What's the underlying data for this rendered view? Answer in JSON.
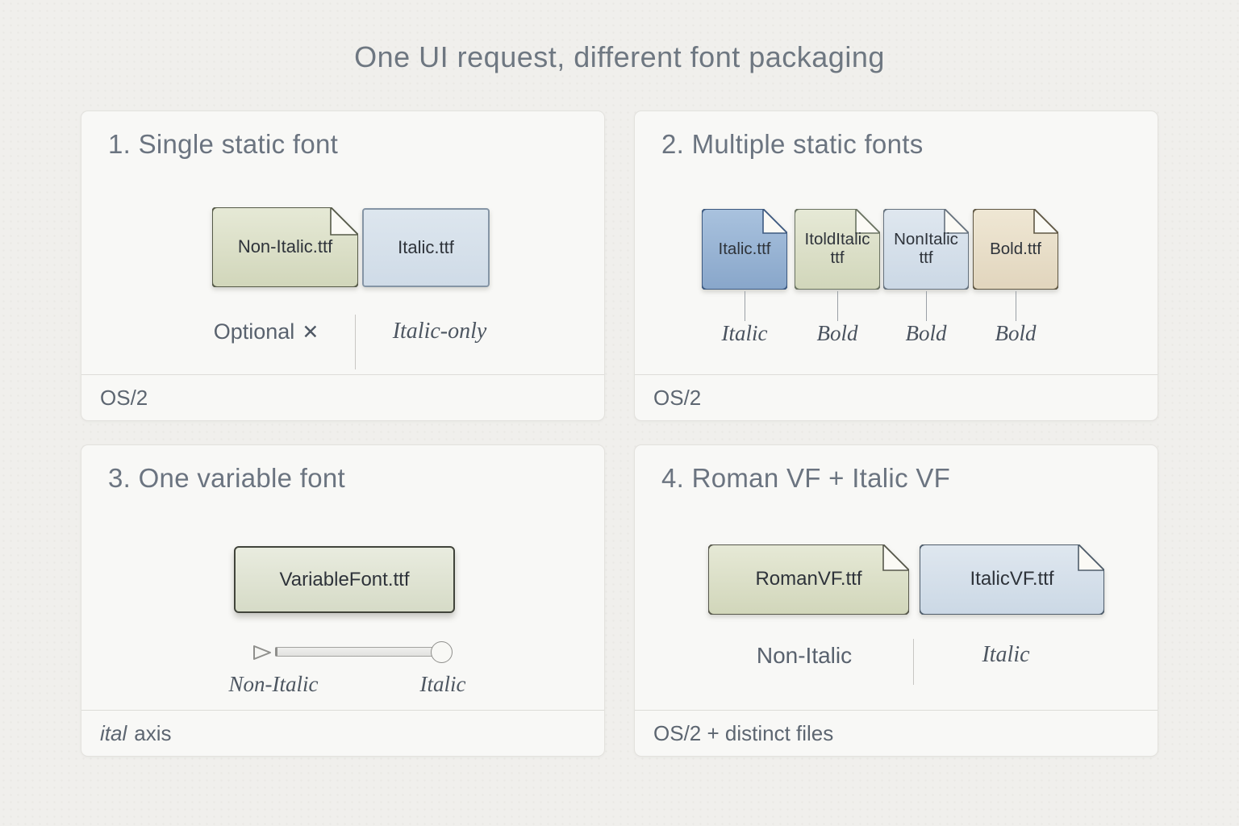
{
  "title": "One UI request, different font packaging",
  "colors": {
    "page_background": "#f0efec",
    "panel_background": "#f8f8f6",
    "panel_border": "#e3e2de",
    "heading_text": "#6b7480",
    "annotation_text": "#59626e",
    "file_green": "#d9ddc6",
    "file_green_border": "#565a48",
    "file_light_blue": "#d6e0ea",
    "file_light_blue_border": "#8595a5",
    "file_blue": "#9bb5d7",
    "file_blue_border": "#3e5a80",
    "file_tan": "#e9dfcb",
    "file_tan_border": "#5f5744",
    "variable_file": "#e0e4d3",
    "variable_file_border": "#41443b"
  },
  "panel1": {
    "heading": "1. Single static font",
    "files": [
      {
        "name": "Non-Italic.ttf"
      },
      {
        "name": "Italic.ttf"
      }
    ],
    "left_label": "Optional",
    "x_icon": "✕",
    "right_label": "Italic-only",
    "footer": "OS/2"
  },
  "panel2": {
    "heading": "2. Multiple static fonts",
    "files": [
      {
        "name": "Italic.ttf",
        "tag": "Italic"
      },
      {
        "name": "ItoldItalic ttf",
        "tag": "Bold"
      },
      {
        "name": "NonItalic ttf",
        "tag": "Bold"
      },
      {
        "name": "Bold.ttf",
        "tag": "Bold"
      }
    ],
    "footer": "OS/2"
  },
  "panel3": {
    "heading": "3. One variable font",
    "file": {
      "name": "VariableFont.ttf"
    },
    "slider": {
      "left_label": "Non-Italic",
      "right_label": "Italic"
    },
    "footer_em": "ital",
    "footer_rest": "axis"
  },
  "panel4": {
    "heading": "4. Roman VF + Italic VF",
    "files": [
      {
        "name": "RomanVF.ttf"
      },
      {
        "name": "ItalicVF.ttf"
      }
    ],
    "left_label": "Non-Italic",
    "right_label": "Italic",
    "footer": "OS/2 + distinct files"
  }
}
